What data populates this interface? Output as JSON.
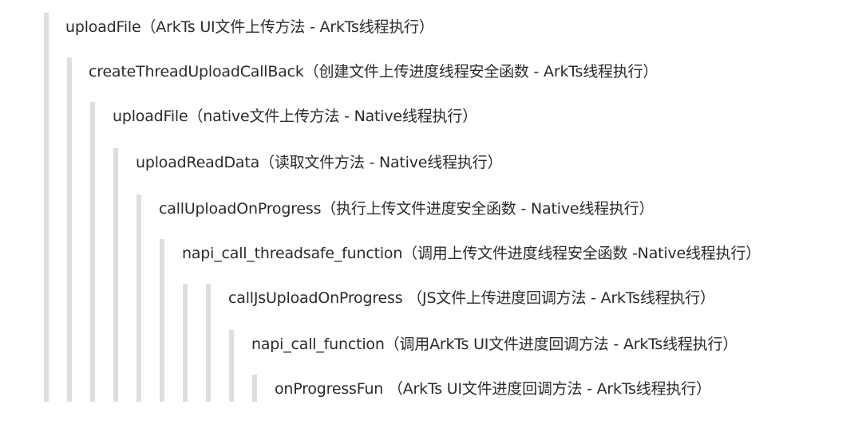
{
  "rows": [
    {
      "label": "uploadFile（ArkTs UI文件上传方法 - ArkTs线程执行）"
    },
    {
      "label": "createThreadUploadCallBack（创建文件上传进度线程安全函数 - ArkTs线程执行）"
    },
    {
      "label": "uploadFile（native文件上传方法 - Native线程执行）"
    },
    {
      "label": "uploadReadData（读取文件方法 - Native线程执行）"
    },
    {
      "label": "callUploadOnProgress（执行上传文件进度安全函数 - Native线程执行）"
    },
    {
      "label": "napi_call_threadsafe_function（调用上传文件进度线程安全函数 -Native线程执行）"
    },
    {
      "label": "callJsUploadOnProgress （JS文件上传进度回调方法 - ArkTs线程执行）"
    },
    {
      "label": "napi_call_function（调用ArkTs UI文件进度回调方法 - ArkTs线程执行）"
    },
    {
      "label": "onProgressFun （ArkTs UI文件进度回调方法 - ArkTs线程执行）"
    }
  ]
}
